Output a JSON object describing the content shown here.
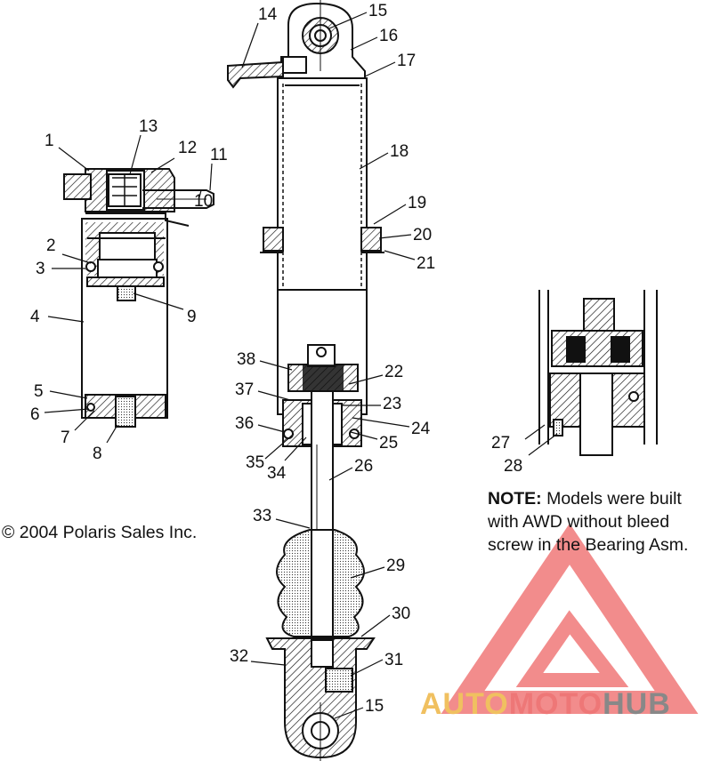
{
  "note": {
    "heading": "NOTE:",
    "text": "Models were built with AWD without bleed screw in the Bearing Asm."
  },
  "copyright": "© 2004 Polaris Sales Inc.",
  "watermark": {
    "part1": "AUTO",
    "part2": "MOTO",
    "part3": "HUB",
    "colors": {
      "gold": "#f0c060",
      "red": "#ee7777",
      "gray": "#888888"
    }
  },
  "labels": {
    "l1": "1",
    "l2": "2",
    "l3": "3",
    "l4": "4",
    "l5": "5",
    "l6": "6",
    "l7": "7",
    "l8": "8",
    "l9": "9",
    "l10": "10",
    "l11": "11",
    "l12": "12",
    "l13": "13",
    "l14": "14",
    "l15_top": "15",
    "l16": "16",
    "l17": "17",
    "l18": "18",
    "l19": "19",
    "l20": "20",
    "l21": "21",
    "l22": "22",
    "l23": "23",
    "l24": "24",
    "l25": "25",
    "l26": "26",
    "l27": "27",
    "l28": "28",
    "l29": "29",
    "l30": "30",
    "l31": "31",
    "l32": "32",
    "l33": "33",
    "l34": "34",
    "l35": "35",
    "l36": "36",
    "l37": "37",
    "l38": "38",
    "l15_bottom": "15"
  }
}
